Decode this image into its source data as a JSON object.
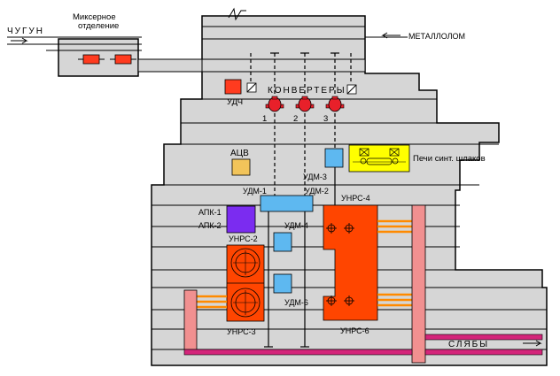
{
  "labels": {
    "iron": "ЧУГУН",
    "mixer_line1": "Миксерное",
    "mixer_line2": "отделение",
    "scrap": "МЕТАЛЛОЛОМ",
    "converters": "КОНВЕРТЕРЫ",
    "udch": "УДЧ",
    "conv_1": "1",
    "conv_2": "2",
    "conv_3": "3",
    "acv": "АЦВ",
    "udm_3": "УДМ-3",
    "furnaces": "Печи синт. шлаков",
    "udm_1": "УДМ-1",
    "udm_2": "УДМ-2",
    "unrs_4": "УНРС-4",
    "apk_1": "АПК-1",
    "apk_2": "АПК-2",
    "unrs_2": "УНРС-2",
    "udm_4": "УДМ-4",
    "udm_6": "УДМ-6",
    "unrs_3": "УНРС-3",
    "unrs_6": "УНРС-6",
    "slabs": "СЛЯБЫ"
  },
  "colors": {
    "building_fill": "#d6d6d6",
    "outline": "#000000",
    "udch": "#ff3b1f",
    "udm": "#5eb8f0",
    "apk": "#7b2cf0",
    "caster": "#ff4500",
    "acv": "#f2c45a",
    "furnace": "#ffff00",
    "converter": "#e8202a",
    "roller": "#f19090",
    "conveyor": "#d4257a",
    "orange_line": "#ff8a00"
  }
}
